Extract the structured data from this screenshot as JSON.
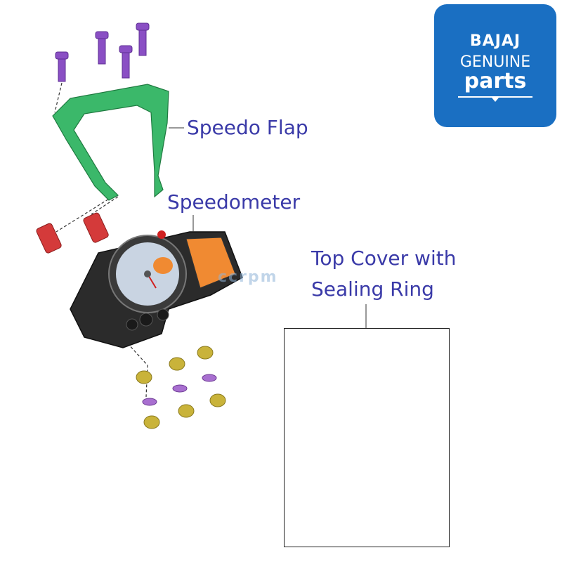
{
  "labels": {
    "speedo_flap": "Speedo Flap",
    "speedometer": "Speedometer",
    "top_cover_line1": "Top Cover with",
    "top_cover_line2": "Sealing Ring"
  },
  "logo": {
    "brand": "BAJAJ",
    "line2": "GENUINE",
    "line3": "parts"
  },
  "watermark": "ccrpm",
  "colors": {
    "label": "#3a3aa8",
    "logo_bg": "#1a6fc2",
    "flap": "#3bb86a",
    "bolt": "#8a4fc4",
    "grommet": "#c9b33a"
  }
}
